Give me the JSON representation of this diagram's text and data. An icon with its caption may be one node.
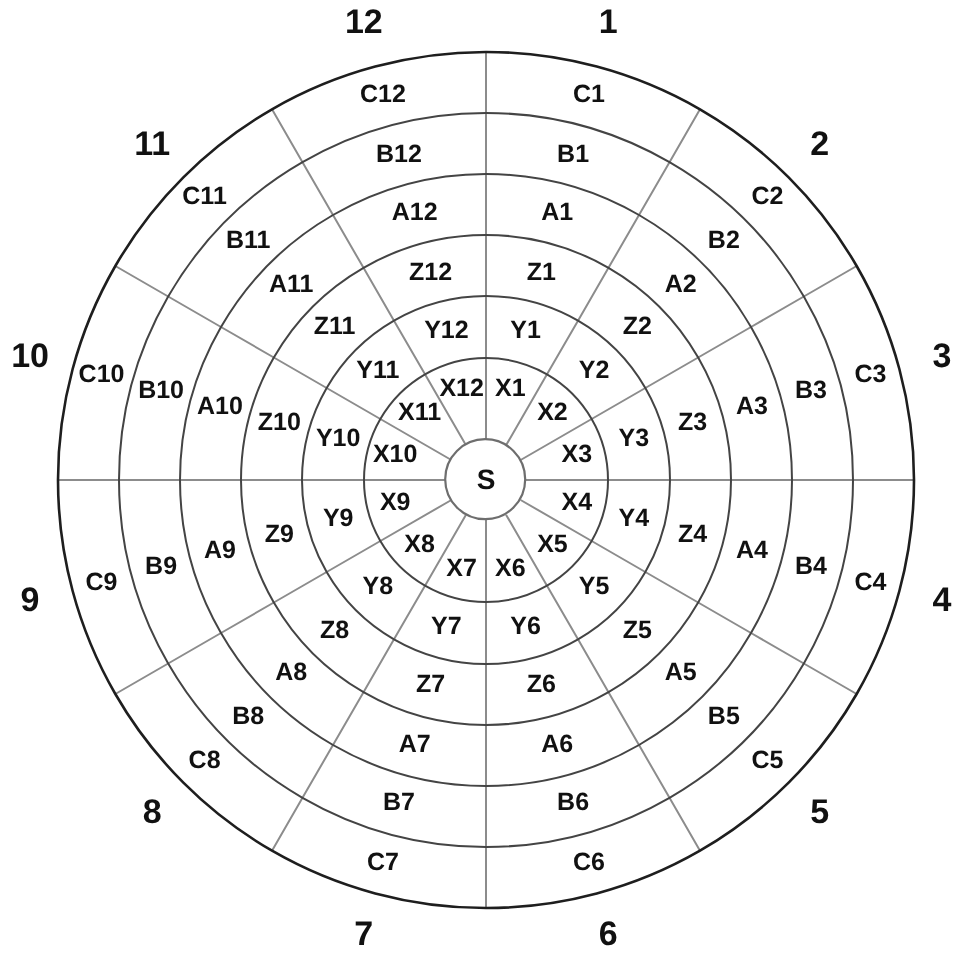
{
  "diagram": {
    "nodes": [
      {
        "text": [
          "S"
        ]
      },
      {
        "text": [
          "X1"
        ]
      },
      {
        "text": [
          "X2"
        ]
      },
      {
        "text": [
          "X3"
        ]
      },
      {
        "text": [
          "X4"
        ]
      },
      {
        "text": [
          "X5"
        ]
      },
      {
        "text": [
          "X6"
        ]
      },
      {
        "text": [
          "X7"
        ]
      },
      {
        "text": [
          "X8"
        ]
      },
      {
        "text": [
          "X9"
        ]
      },
      {
        "text": [
          "X10"
        ]
      },
      {
        "text": [
          "X11"
        ]
      },
      {
        "text": [
          "X12"
        ]
      },
      {
        "text": [
          "Y1"
        ]
      },
      {
        "text": [
          "Y2"
        ]
      },
      {
        "text": [
          "Y3"
        ]
      },
      {
        "text": [
          "Y4"
        ]
      },
      {
        "text": [
          "Y5"
        ]
      },
      {
        "text": [
          "Y6"
        ]
      },
      {
        "text": [
          "Y7"
        ]
      },
      {
        "text": [
          "Y8"
        ]
      },
      {
        "text": [
          "Y9"
        ]
      },
      {
        "text": [
          "Y10"
        ]
      },
      {
        "text": [
          "Y11"
        ]
      },
      {
        "text": [
          "Y12"
        ]
      },
      {
        "text": [
          "Z1"
        ]
      },
      {
        "text": [
          "Z2"
        ]
      },
      {
        "text": [
          "Z3"
        ]
      },
      {
        "text": [
          "Z4"
        ]
      },
      {
        "text": [
          "Z5"
        ]
      },
      {
        "text": [
          "Z6"
        ]
      },
      {
        "text": [
          "Z7"
        ]
      },
      {
        "text": [
          "Z8"
        ]
      },
      {
        "text": [
          "Z9"
        ]
      },
      {
        "text": [
          "Z10"
        ]
      },
      {
        "text": [
          "Z11"
        ]
      },
      {
        "text": [
          "Z12"
        ]
      },
      {
        "text": [
          "A1"
        ]
      },
      {
        "text": [
          "A2"
        ]
      },
      {
        "text": [
          "A3"
        ]
      },
      {
        "text": [
          "A4"
        ]
      },
      {
        "text": [
          "A5"
        ]
      },
      {
        "text": [
          "A6"
        ]
      },
      {
        "text": [
          "A7"
        ]
      },
      {
        "text": [
          "A8"
        ]
      },
      {
        "text": [
          "A9"
        ]
      },
      {
        "text": [
          "A10"
        ]
      },
      {
        "text": [
          "A11"
        ]
      },
      {
        "text": [
          "A12"
        ]
      },
      {
        "text": [
          "B1"
        ]
      },
      {
        "text": [
          "B2"
        ]
      },
      {
        "text": [
          "B3"
        ]
      },
      {
        "text": [
          "B4"
        ]
      },
      {
        "text": [
          "B5"
        ]
      },
      {
        "text": [
          "B6"
        ]
      },
      {
        "text": [
          "B7"
        ]
      },
      {
        "text": [
          "B8"
        ]
      },
      {
        "text": [
          "B9"
        ]
      },
      {
        "text": [
          "B10"
        ]
      },
      {
        "text": [
          "B11"
        ]
      },
      {
        "text": [
          "B12"
        ]
      },
      {
        "text": [
          "C1"
        ]
      },
      {
        "text": [
          "C2"
        ]
      },
      {
        "text": [
          "C3"
        ]
      },
      {
        "text": [
          "C4"
        ]
      },
      {
        "text": [
          "C5"
        ]
      },
      {
        "text": [
          "C6"
        ]
      },
      {
        "text": [
          "C7"
        ]
      },
      {
        "text": [
          "C8"
        ]
      },
      {
        "text": [
          "C9"
        ]
      },
      {
        "text": [
          "C10"
        ]
      },
      {
        "text": [
          "C11"
        ]
      },
      {
        "text": [
          "C12"
        ]
      }
    ],
    "labels": [
      "1",
      "2",
      "3",
      "4",
      "5",
      "6",
      "7",
      "8",
      "9",
      "10",
      "11",
      "12"
    ]
  }
}
